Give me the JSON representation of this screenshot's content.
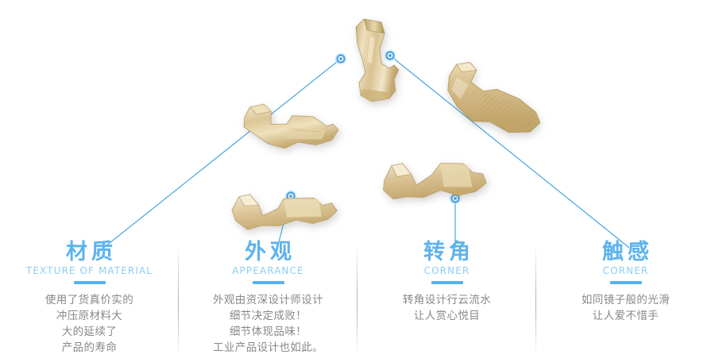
{
  "page": {
    "background_color": "#ffffff",
    "accent_blue": "#55b2ef",
    "title_blue": "#5cb3ee",
    "subtitle_blue": "#8ecdf4",
    "body_gray": "#888888",
    "metal_gold": "#e2cfa1"
  },
  "diagram": {
    "node_count": 4,
    "parts": [
      {
        "name": "stamped-metal-clip-top-center",
        "callout": "material"
      },
      {
        "name": "stamped-metal-clip-left",
        "callout": "material"
      },
      {
        "name": "stamped-metal-clip-right-textured",
        "callout": "touch"
      },
      {
        "name": "stamped-metal-clip-lower-left",
        "callout": "appearance"
      },
      {
        "name": "stamped-metal-clip-lower-center",
        "callout": "corner"
      }
    ]
  },
  "columns": [
    {
      "id": "material",
      "cn_title": "材质",
      "en_title": "TEXTURE OF MATERIAL",
      "body": [
        "使用了货真价实的",
        "冲压原材料大",
        "大的延续了",
        "产品的寿命"
      ]
    },
    {
      "id": "appearance",
      "cn_title": "外观",
      "en_title": "APPEARANCE",
      "body": [
        "外观由资深设计师设计",
        "细节决定成败！",
        "细节体现品味！",
        "工业产品设计也如此。"
      ]
    },
    {
      "id": "corner",
      "cn_title": "转角",
      "en_title": "CORNER",
      "body": [
        "转角设计行云流水",
        "让人赏心悦目"
      ]
    },
    {
      "id": "touch",
      "cn_title": "触感",
      "en_title": "CORNER",
      "body": [
        "如同镜子般的光滑",
        "让人爱不惜手"
      ]
    }
  ]
}
